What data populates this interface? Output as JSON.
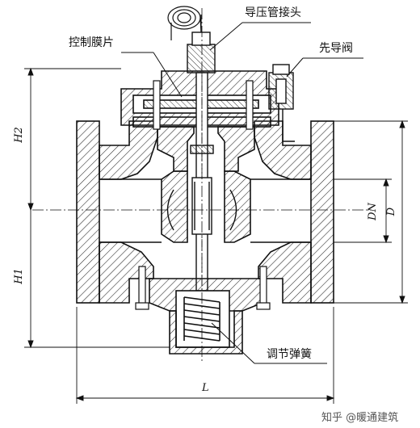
{
  "labels": {
    "pilot_pipe_connector": "导压管接头",
    "control_diaphragm": "控制膜片",
    "pilot_valve": "先导阀",
    "adjusting_spring": "调节弹簧"
  },
  "dimensions": {
    "h2": "H2",
    "h1": "H1",
    "dn": "DN",
    "d": "D",
    "l": "L"
  },
  "watermark": "知乎 @暖通建筑"
}
